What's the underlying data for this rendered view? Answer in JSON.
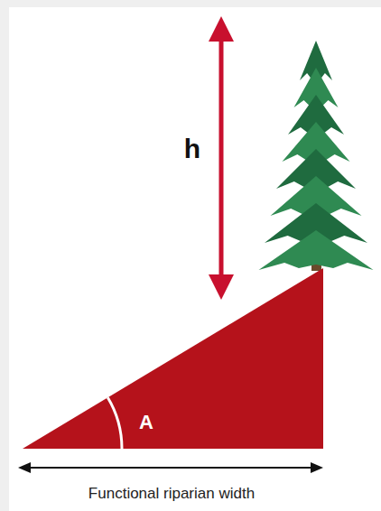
{
  "diagram": {
    "labels": [
      "h",
      "A",
      "Functional riparian width"
    ]
  }
}
